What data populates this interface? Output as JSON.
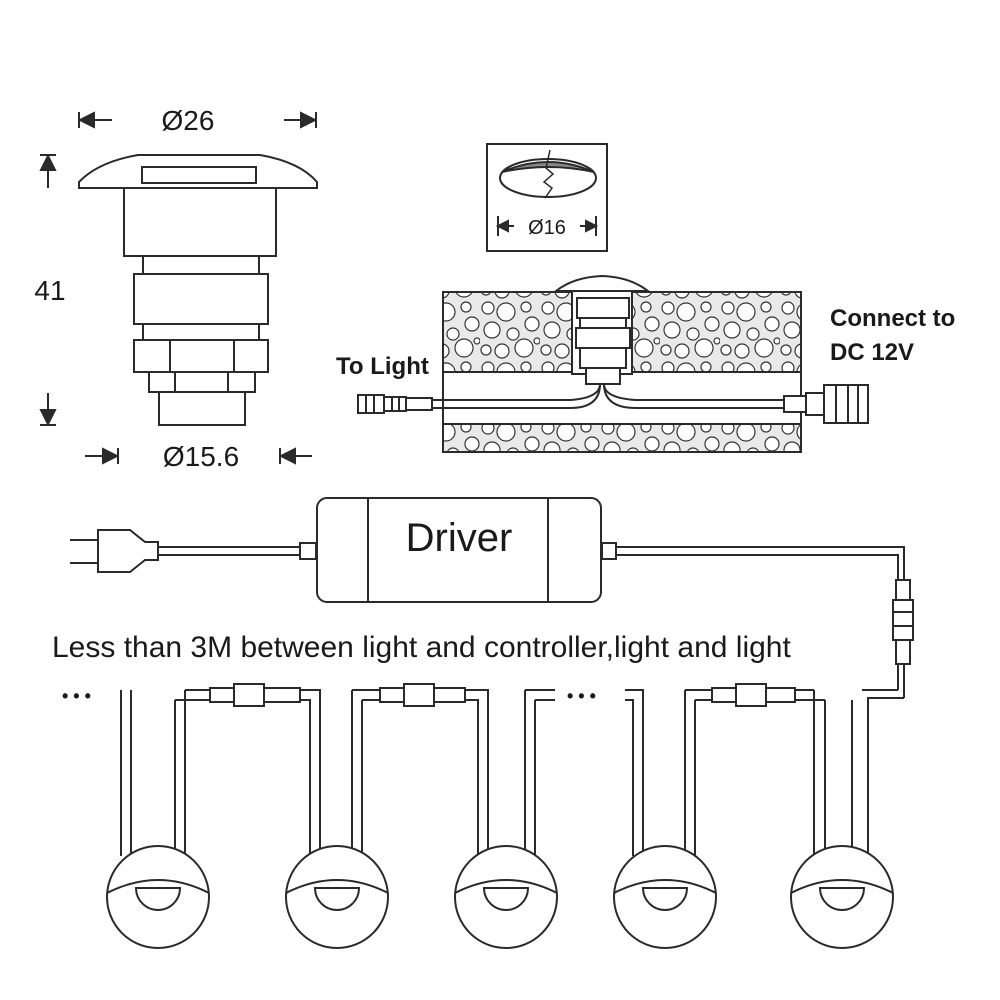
{
  "labels": {
    "top_diameter": "Ø26",
    "height": "41",
    "base_diameter": "Ø15.6",
    "hole_diameter": "Ø16",
    "to_light": "To Light",
    "connect_line1": "Connect to",
    "connect_line2": "DC 12V",
    "driver": "Driver",
    "note": "Less than 3M between light and controller,light and light",
    "ellipsis_left": "• • •",
    "ellipsis_mid": "• • •"
  },
  "lights": [
    {
      "id": "light-1"
    },
    {
      "id": "light-2"
    },
    {
      "id": "light-3"
    },
    {
      "id": "light-4"
    },
    {
      "id": "light-5"
    }
  ],
  "colors": {
    "line": "#2a2a2a",
    "texture_fill": "#e8e8e8",
    "background": "#ffffff"
  }
}
